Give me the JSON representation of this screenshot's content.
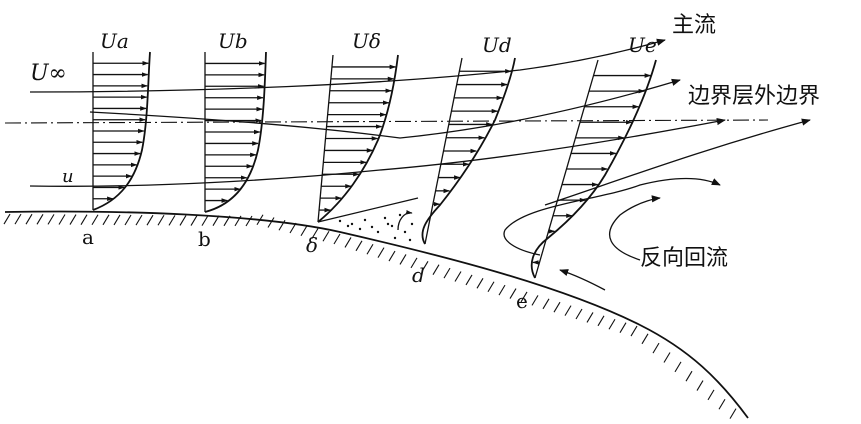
{
  "labels": {
    "u_inf": "U∞",
    "u": "u",
    "Ua": "Ua",
    "Ub": "Ub",
    "Udelta": "Uδ",
    "Ud": "Ud",
    "Ue": "Ue",
    "main_flow": "主流",
    "bl_outer_edge": "边界层外边界",
    "reverse_flow": "反向回流",
    "point_a": "a",
    "point_b": "b",
    "point_delta": "δ",
    "point_d": "d",
    "point_e": "e"
  },
  "colors": {
    "ink": "#111111",
    "background": "#ffffff"
  }
}
